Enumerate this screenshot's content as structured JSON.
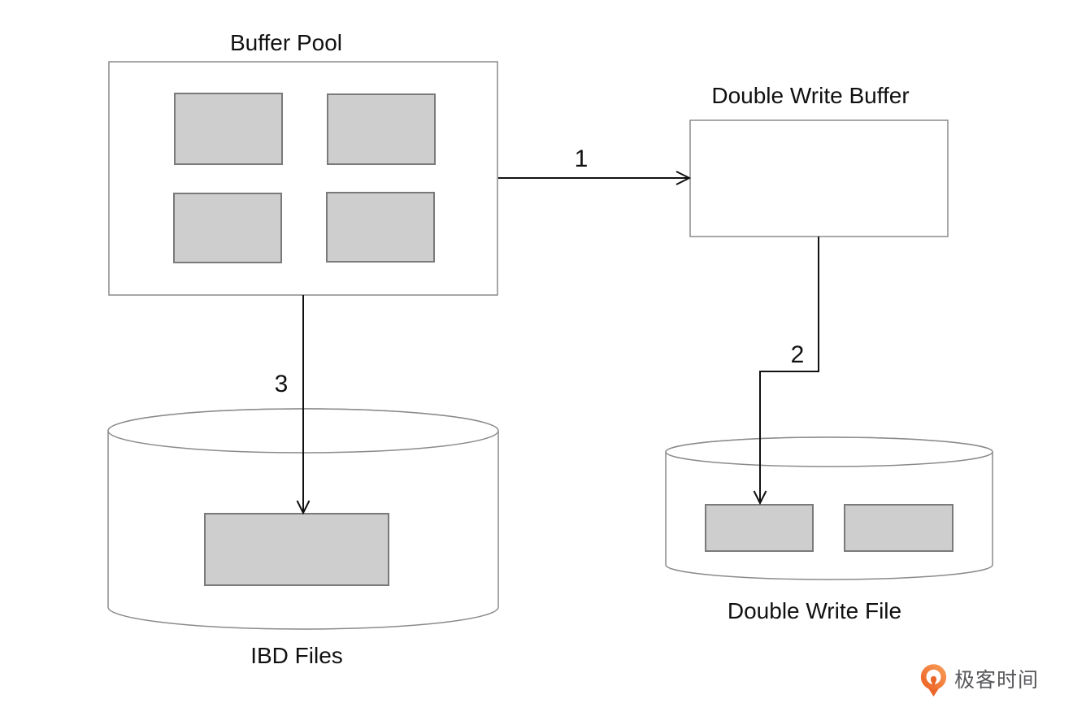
{
  "diagram": {
    "buffer_pool": {
      "title": "Buffer Pool",
      "page_count": 4
    },
    "double_write_buffer": {
      "title": "Double Write Buffer"
    },
    "ibd_files": {
      "label": "IBD Files",
      "page_count": 1
    },
    "double_write_file": {
      "label": "Double Write File",
      "page_count": 2
    },
    "arrows": [
      {
        "label": "1",
        "from": "Buffer Pool",
        "to": "Double Write Buffer"
      },
      {
        "label": "2",
        "from": "Double Write Buffer",
        "to": "Double Write File"
      },
      {
        "label": "3",
        "from": "Buffer Pool",
        "to": "IBD Files"
      }
    ]
  },
  "branding": {
    "logo_text": "极客时间"
  },
  "colors": {
    "accent_orange": "#ec6528",
    "accent_orange_light": "#f79a55",
    "page_fill": "#cecece",
    "page_border": "#7a7a7a",
    "shape_border": "#8a8a8a",
    "arrow": "#111111",
    "logo_text_color": "#57585b"
  }
}
